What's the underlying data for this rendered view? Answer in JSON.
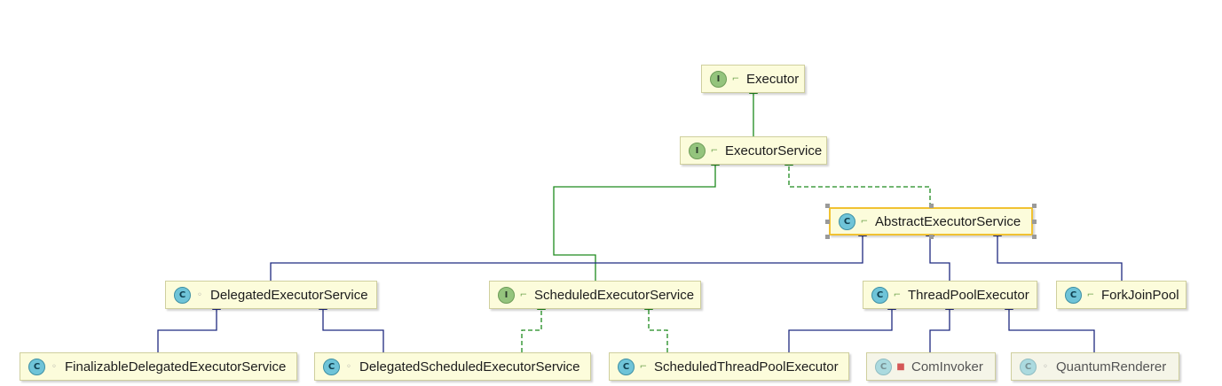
{
  "diagram": {
    "nodes": [
      {
        "id": "executor",
        "label": "Executor",
        "kind": "I",
        "visibility": "unlocked-icon"
      },
      {
        "id": "executor-service",
        "label": "ExecutorService",
        "kind": "I",
        "visibility": "unlocked-icon"
      },
      {
        "id": "abstract-executor-service",
        "label": "AbstractExecutorService",
        "kind": "C",
        "visibility": "unlocked-icon",
        "selected": true
      },
      {
        "id": "delegated-executor-service",
        "label": "DelegatedExecutorService",
        "kind": "C",
        "visibility": "package-icon"
      },
      {
        "id": "scheduled-executor-service",
        "label": "ScheduledExecutorService",
        "kind": "I",
        "visibility": "unlocked-icon"
      },
      {
        "id": "thread-pool-executor",
        "label": "ThreadPoolExecutor",
        "kind": "C",
        "visibility": "unlocked-icon"
      },
      {
        "id": "fork-join-pool",
        "label": "ForkJoinPool",
        "kind": "C",
        "visibility": "unlocked-icon"
      },
      {
        "id": "finalizable-delegated-executor-service",
        "label": "FinalizableDelegatedExecutorService",
        "kind": "C",
        "visibility": "package-icon"
      },
      {
        "id": "delegated-scheduled-executor-service",
        "label": "DelegatedScheduledExecutorService",
        "kind": "C",
        "visibility": "package-icon"
      },
      {
        "id": "scheduled-thread-pool-executor",
        "label": "ScheduledThreadPoolExecutor",
        "kind": "C",
        "visibility": "unlocked-icon"
      },
      {
        "id": "com-invoker",
        "label": "ComInvoker",
        "kind": "C",
        "visibility": "lock-icon",
        "dimmed": true
      },
      {
        "id": "quantum-renderer",
        "label": "QuantumRenderer",
        "kind": "C",
        "visibility": "package-icon",
        "dimmed": true
      }
    ],
    "edges": [
      {
        "from": "executor-service",
        "to": "executor",
        "type": "extends-interface"
      },
      {
        "from": "scheduled-executor-service",
        "to": "executor-service",
        "type": "extends-interface"
      },
      {
        "from": "abstract-executor-service",
        "to": "executor-service",
        "type": "implements"
      },
      {
        "from": "delegated-executor-service",
        "to": "abstract-executor-service",
        "type": "extends"
      },
      {
        "from": "thread-pool-executor",
        "to": "abstract-executor-service",
        "type": "extends"
      },
      {
        "from": "fork-join-pool",
        "to": "abstract-executor-service",
        "type": "extends"
      },
      {
        "from": "finalizable-delegated-executor-service",
        "to": "delegated-executor-service",
        "type": "extends"
      },
      {
        "from": "delegated-scheduled-executor-service",
        "to": "delegated-executor-service",
        "type": "extends"
      },
      {
        "from": "delegated-scheduled-executor-service",
        "to": "scheduled-executor-service",
        "type": "implements"
      },
      {
        "from": "scheduled-thread-pool-executor",
        "to": "scheduled-executor-service",
        "type": "implements"
      },
      {
        "from": "scheduled-thread-pool-executor",
        "to": "thread-pool-executor",
        "type": "extends"
      },
      {
        "from": "com-invoker",
        "to": "thread-pool-executor",
        "type": "extends"
      },
      {
        "from": "quantum-renderer",
        "to": "thread-pool-executor",
        "type": "extends"
      }
    ],
    "colors": {
      "extends": "#1f2a80",
      "implements": "#1d8a1d",
      "node_fill": "#fcfcdb",
      "selected_border": "#f1c232"
    }
  }
}
